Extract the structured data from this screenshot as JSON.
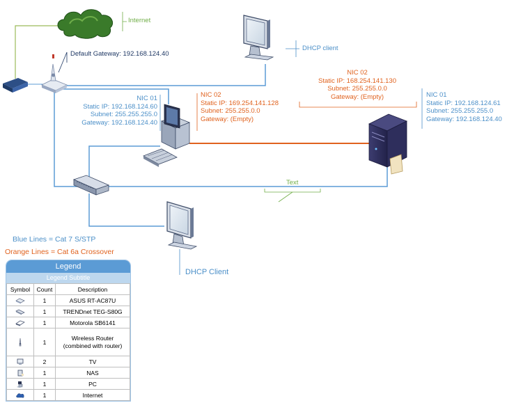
{
  "labels": {
    "internet": "Internet",
    "default_gateway": "Default Gateway: 192.168.124.40",
    "dhcp_client_top": "DHCP client",
    "pc_nic01": [
      "NIC 01",
      "Static IP: 192.168.124.60",
      "Subnet: 255.255.255.0",
      "Gateway: 192.168.124.40"
    ],
    "pc_nic02": [
      "NIC 02",
      "Static IP: 169.254.141.128",
      "Subnet: 255.255.0.0",
      "Gateway: (Empty)"
    ],
    "server_nic02": [
      "NIC 02",
      "Static IP: 168.254.141.130",
      "Subnet: 255.255.0.0",
      "Gateway: (Empty)"
    ],
    "server_nic01": [
      "NIC 01",
      "Static IP: 192.168.124.61",
      "Subnet: 255.255.255.0",
      "Gateway: 192.168.124.40"
    ],
    "text_callout": "Text",
    "dhcp_client_bottom": "DHCP Client",
    "blue_lines": "Blue Lines = Cat 7 S/STP",
    "orange_lines": "Orange Lines = Cat 6a Crossover"
  },
  "colors": {
    "blue_line": "#5b9bd5",
    "orange_line": "#e0621e",
    "green_line": "#9bbb59"
  },
  "legend": {
    "title": "Legend",
    "subtitle": "Legend Subtitle",
    "headers": [
      "Symbol",
      "Count",
      "Description"
    ],
    "rows": [
      {
        "icon": "router-icon",
        "count": "1",
        "description": "ASUS RT-AC87U"
      },
      {
        "icon": "switch-icon",
        "count": "1",
        "description": "TRENDnet TEG-S80G"
      },
      {
        "icon": "modem-icon",
        "count": "1",
        "description": "Motorola SB6141"
      },
      {
        "icon": "wireless-access-point-icon",
        "count": "1",
        "description": "Wireless Router (combined with router)"
      },
      {
        "icon": "monitor-icon",
        "count": "2",
        "description": "TV"
      },
      {
        "icon": "server-icon",
        "count": "1",
        "description": "NAS"
      },
      {
        "icon": "pc-icon",
        "count": "1",
        "description": "PC"
      },
      {
        "icon": "cloud-icon",
        "count": "1",
        "description": "Internet"
      }
    ]
  }
}
